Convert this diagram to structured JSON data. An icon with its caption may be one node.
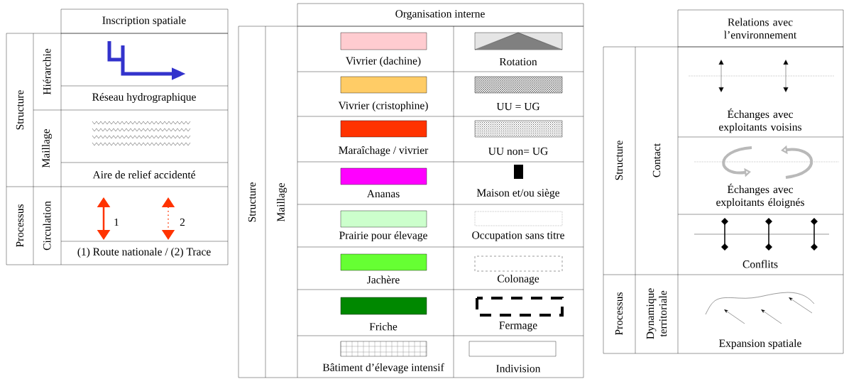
{
  "diagram": {
    "labels": [
      "Inscription spatiale",
      "Structure",
      "Hiérarchie",
      "Maillage",
      "Processus",
      "Circulation",
      "1",
      "2",
      "Organisation interne",
      "Structure",
      "Maillage",
      "Relations avec l’environnement",
      "Structure",
      "Contact",
      "Processus",
      "Dynamique territoriale"
    ],
    "legend": [
      {
        "text": "Réseau hydrographique"
      },
      {
        "text": "Aire de relief accidenté"
      },
      {
        "text": "(1) Route nationale / (2) Trace"
      },
      {
        "text": "Vivrier (dachine)",
        "color": "#ffccd0"
      },
      {
        "text": "Rotation"
      },
      {
        "text": "Vivrier (cristophine)",
        "color": "#ffcc66"
      },
      {
        "text": "UU = UG"
      },
      {
        "text": "Maraîchage / vivrier",
        "color": "#ff3300"
      },
      {
        "text": "UU non= UG"
      },
      {
        "text": "Ananas",
        "color": "#ff00ff"
      },
      {
        "text": "Maison et/ou siège"
      },
      {
        "text": "Prairie pour élevage",
        "color": "#ccffcc"
      },
      {
        "text": "Occupation sans titre"
      },
      {
        "text": "Jachère",
        "color": "#66ff33"
      },
      {
        "text": "Colonage"
      },
      {
        "text": "Friche",
        "color": "#008800"
      },
      {
        "text": "Fermage"
      },
      {
        "text": "Bâtiment d’élevage intensif"
      },
      {
        "text": "Indivision"
      },
      {
        "text": "Échanges avec exploitants voisins"
      },
      {
        "text": "Échanges avec exploitants éloignés"
      },
      {
        "text": "Conflits"
      },
      {
        "text": "Expansion spatiale"
      }
    ]
  }
}
